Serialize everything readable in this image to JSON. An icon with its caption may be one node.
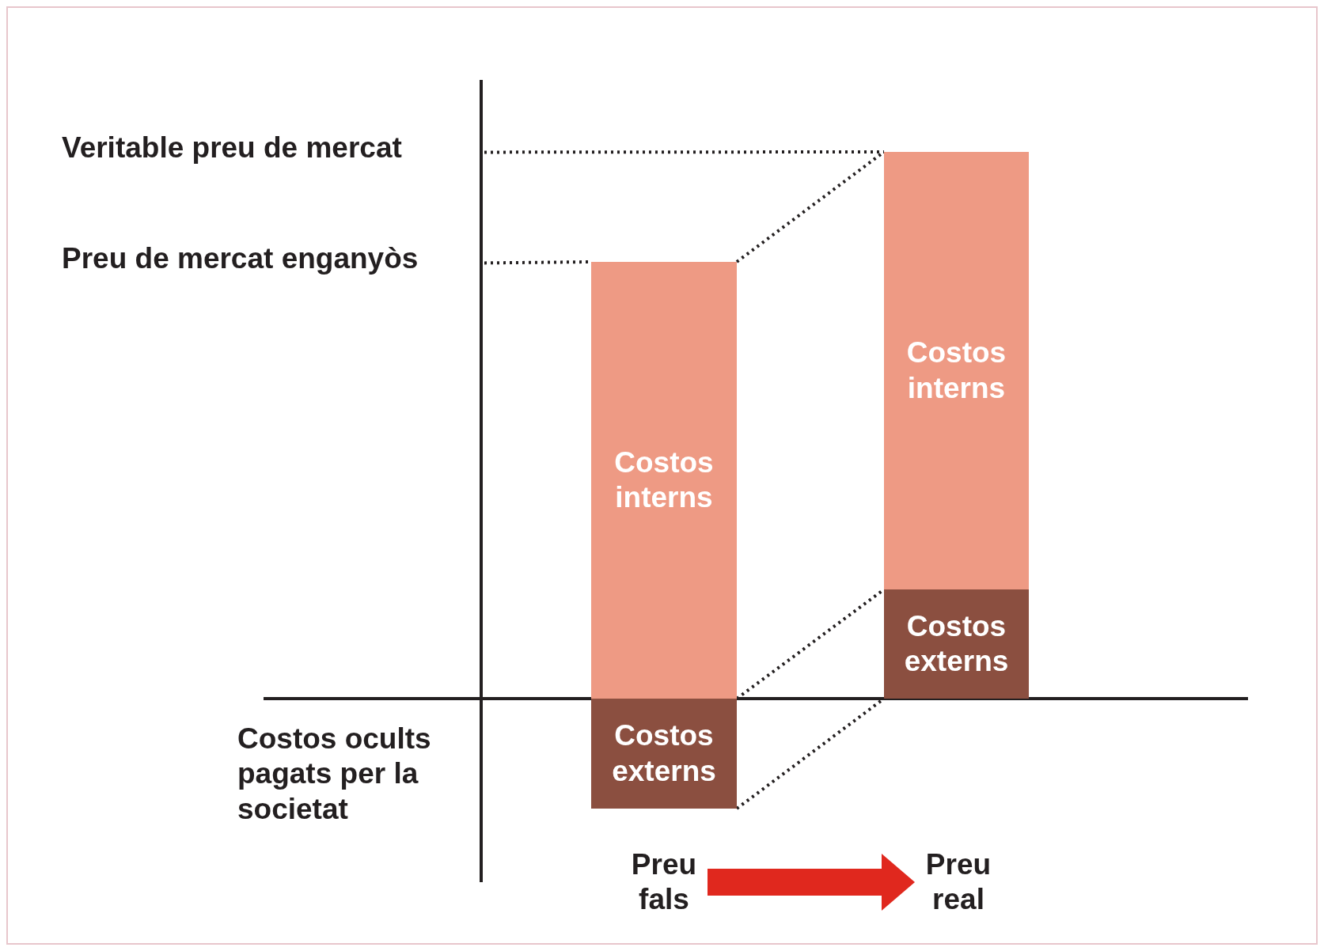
{
  "diagram": {
    "nodes": [
      {
        "text": [
          "Veritable preu de mercat"
        ]
      },
      {
        "text": [
          "Preu de mercat enganyòs"
        ]
      },
      {
        "text": [
          "Costos interns"
        ]
      },
      {
        "text": [
          "Costos externs"
        ]
      },
      {
        "text": [
          "Costos interns"
        ]
      },
      {
        "text": [
          "Costos externs"
        ]
      },
      {
        "text": [
          "Preu fals"
        ]
      },
      {
        "text": [
          "Preu real"
        ]
      }
    ],
    "edges": [
      {
        "from": 0,
        "to": 4,
        "arrow": "none",
        "style": "dashed"
      },
      {
        "from": 1,
        "to": 2,
        "arrow": "none",
        "style": "dashed"
      },
      {
        "from": 2,
        "to": 4,
        "arrow": "none",
        "style": "dashed"
      },
      {
        "from": 3,
        "to": 5,
        "arrow": "none",
        "style": "dashed"
      },
      {
        "from": 3,
        "to": 5,
        "arrow": "none",
        "style": "dashed"
      },
      {
        "from": 6,
        "to": 7,
        "arrow": "to",
        "style": "thick",
        "color": "#e0281e"
      }
    ],
    "labels": [
      "Costos ocults pagats per la societat"
    ]
  }
}
